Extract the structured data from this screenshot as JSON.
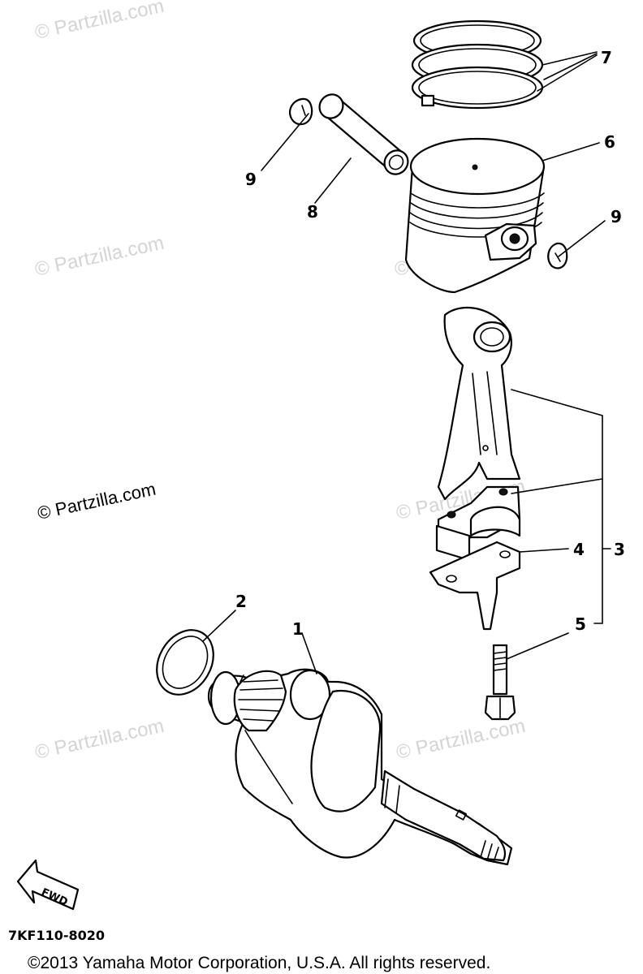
{
  "watermark": "© Partzilla.com",
  "callouts": {
    "part1": "1",
    "part2": "2",
    "part3": "3",
    "part4": "4",
    "part5": "5",
    "part6": "6",
    "part7": "7",
    "part8": "8",
    "part9_left": "9",
    "part9_right": "9"
  },
  "forward_arrow_label": "FWD",
  "diagram_code": "7KF110-8020",
  "copyright": "©2013  Yamaha Motor Corporation, U.S.A. All rights reserved.",
  "icons": [
    "forward-arrow-icon"
  ]
}
